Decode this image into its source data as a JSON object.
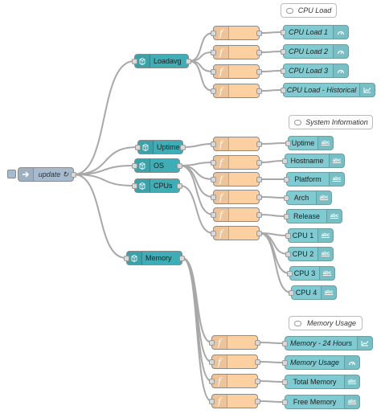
{
  "flow": {
    "inject": {
      "label": "update ↻"
    },
    "os_nodes": {
      "loadavg": "Loadavg",
      "uptime": "Uptime",
      "os": "OS",
      "cpus": "CPUs",
      "memory": "Memory"
    },
    "function_symbol": "f",
    "comments": {
      "cpu_load": "CPU Load",
      "system_information": "System Information",
      "memory_usage": "Memory Usage"
    },
    "ui_nodes": {
      "cpu_load_1": "CPU Load 1",
      "cpu_load_2": "CPU Load 2",
      "cpu_load_3": "CPU Load 3",
      "cpu_load_historical": "CPU Load - Historical",
      "uptime": "Uptime",
      "hostname": "Hostname",
      "platform": "Platform",
      "arch": "Arch",
      "release": "Release",
      "cpu_1": "CPU 1",
      "cpu_2": "CPU 2",
      "cpu_3": "CPU 3",
      "cpu_4": "CPU 4",
      "memory_24h": "Memory - 24 Hours",
      "memory_usage": "Memory Usage",
      "total_memory": "Total Memory",
      "free_memory": "Free Memory"
    },
    "widget_text_glyph": "abc"
  },
  "colors": {
    "inject": "#a6bbcf",
    "os_node": "#3fadb5",
    "function": "#fdd0a2",
    "dashboard": "#7fcbd1",
    "wire": "#a8a8a8"
  }
}
